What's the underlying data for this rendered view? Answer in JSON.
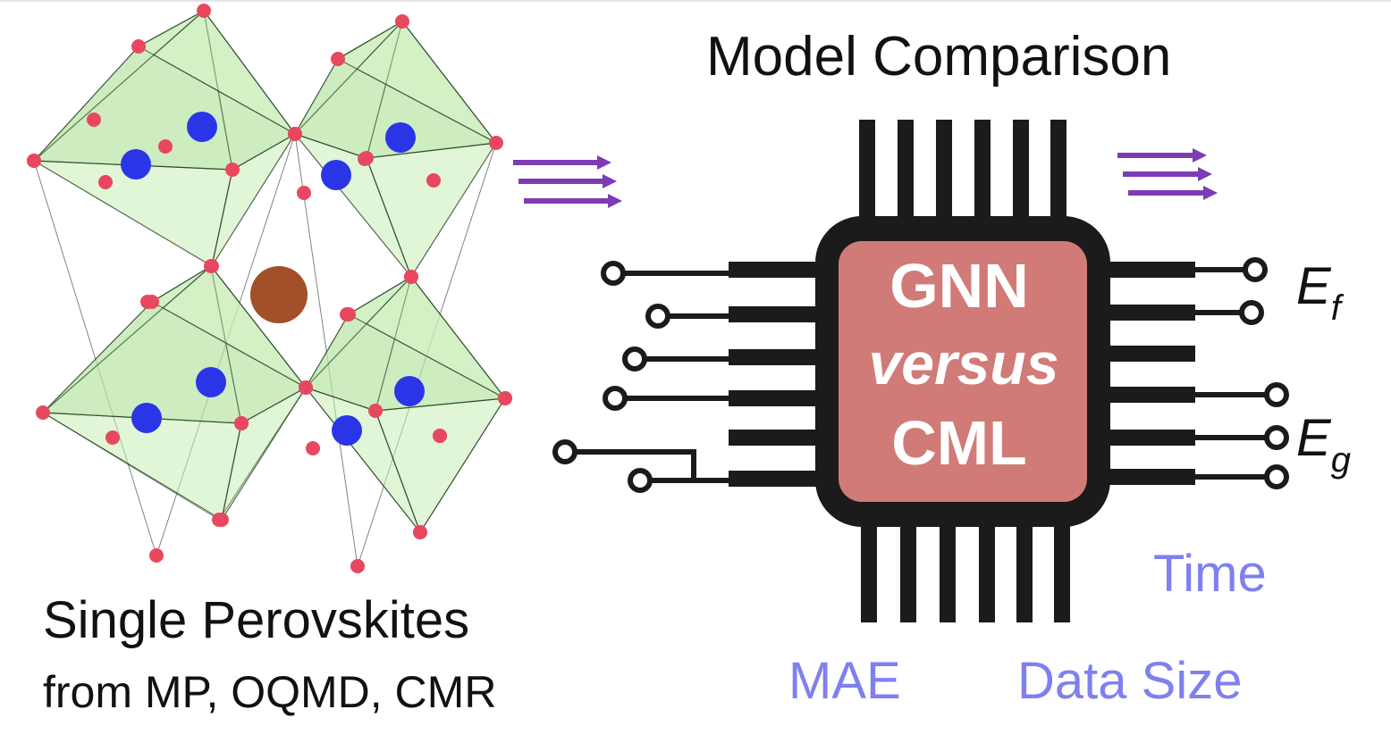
{
  "left_panel": {
    "title": "Single Perovskites",
    "subtitle": "from MP, OQMD, CMR"
  },
  "right_panel": {
    "title": "Model Comparison"
  },
  "chip": {
    "line1": "GNN",
    "line2": "versus",
    "line3": "CML"
  },
  "outputs": {
    "formation_energy": {
      "symbol": "E",
      "subscript": "f"
    },
    "band_gap": {
      "symbol": "E",
      "subscript": "g"
    }
  },
  "metrics": {
    "time": "Time",
    "mae": "MAE",
    "data_size": "Data Size"
  },
  "colors": {
    "octahedron_fill": "#c9ecb7",
    "octahedron_edge": "#1f3a1f",
    "oxygen_atom": "#e8485f",
    "b_site_atom": "#2b35e8",
    "a_site_atom": "#a24f2a",
    "arrow": "#7d3cb4",
    "chip_body": "#1b1b1b",
    "chip_core": "#d07b78",
    "metric_text": "#7f80f0"
  },
  "icons": [
    "flow-arrows-icon",
    "chip-icon",
    "perovskite-structure-icon"
  ]
}
